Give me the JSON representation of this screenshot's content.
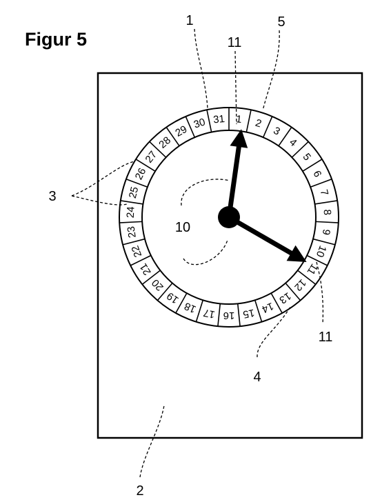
{
  "figure": {
    "title": "Figur 5",
    "reference_numerals": {
      "ring": "1",
      "housing": "2",
      "spacing": "3",
      "segment": "4",
      "marker": "5",
      "center": "10",
      "hand_tip_top": "11",
      "hand_tip_right": "11"
    },
    "dial": {
      "days": [
        "1",
        "2",
        "3",
        "4",
        "5",
        "6",
        "7",
        "8",
        "9",
        "10",
        "11",
        "12",
        "13",
        "14",
        "15",
        "16",
        "17",
        "18",
        "19",
        "20",
        "21",
        "22",
        "23",
        "24",
        "25",
        "26",
        "27",
        "28",
        "29",
        "30",
        "31"
      ],
      "hands": {
        "minute_angle_deg": 8,
        "hour_angle_deg": 120
      }
    },
    "colors": {
      "ink": "#000000",
      "background": "#ffffff"
    }
  }
}
